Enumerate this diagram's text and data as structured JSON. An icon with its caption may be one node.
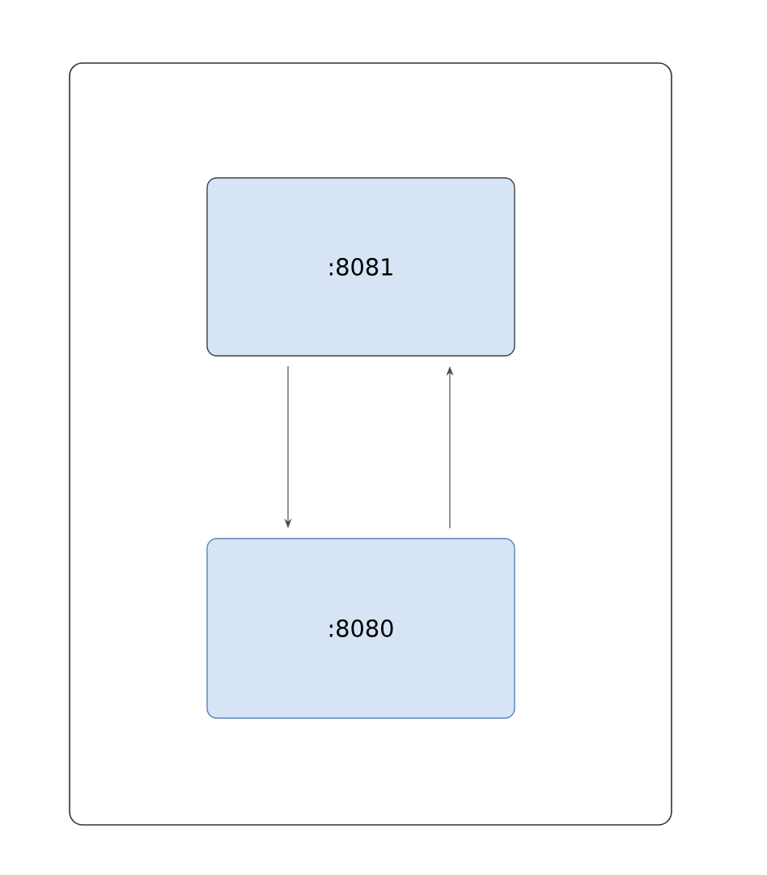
{
  "diagram": {
    "nodes": [
      {
        "text": [],
        "shape": "box"
      },
      {
        "text": [
          ":8081"
        ],
        "in": 0
      },
      {
        "text": [
          ":8080"
        ],
        "in": 0
      }
    ],
    "edges": [
      {
        "from": 1,
        "to": 2,
        "arrow": "to"
      },
      {
        "from": 2,
        "to": 1,
        "arrow": "to"
      }
    ]
  }
}
